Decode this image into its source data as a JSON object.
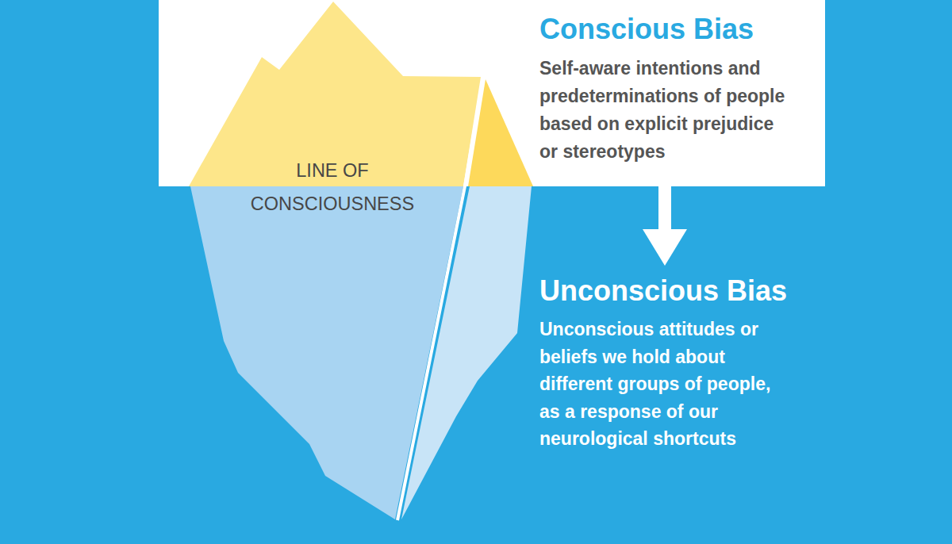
{
  "diagram": {
    "nodes": [
      {
        "text": [
          "Conscious Bias",
          "Self-aware intentions and predeterminations of people based on explicit prejudice or stereotypes"
        ]
      },
      {
        "text": [
          "Unconscious Bias",
          "Unconscious attitudes or beliefs we hold about different groups of people, as a response of our neurological shortcuts"
        ]
      }
    ],
    "edges": [
      {
        "from": 0,
        "to": 1,
        "arrow": "to"
      }
    ],
    "labels": [
      "LINE OF CONSCIOUSNESS"
    ]
  }
}
